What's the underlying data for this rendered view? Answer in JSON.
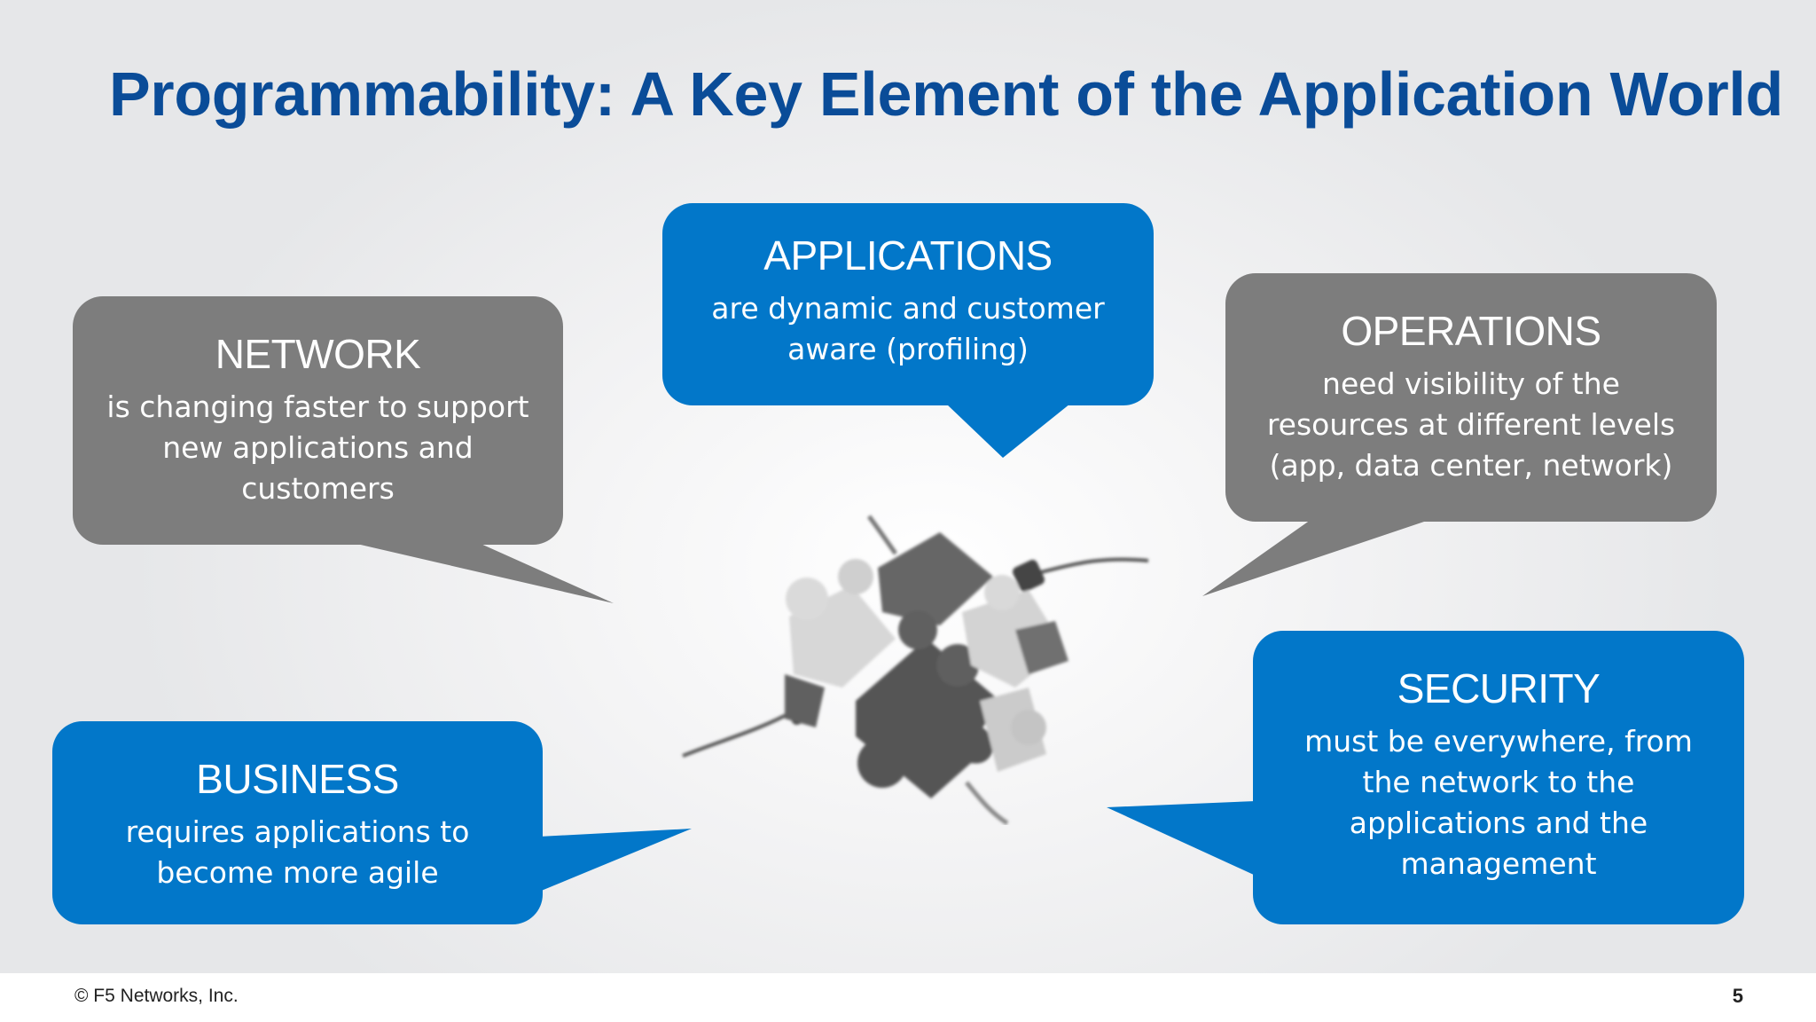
{
  "slide": {
    "title": "Programmability: A Key Element of the Application World"
  },
  "colors": {
    "title": "#0a4c98",
    "blue_bubble": "#0277c9",
    "gray_bubble": "#7d7d7d"
  },
  "bubbles": {
    "network": {
      "heading": "NETWORK",
      "lines": [
        "is changing faster to support",
        "new applications and",
        "customers"
      ]
    },
    "applications": {
      "heading": "APPLICATIONS",
      "lines": [
        "are dynamic and customer",
        "aware (profiling)"
      ]
    },
    "operations": {
      "heading": "OPERATIONS",
      "lines": [
        "need visibility of the",
        "resources at different levels",
        "(app, data center, network)"
      ]
    },
    "business": {
      "heading": "BUSINESS",
      "lines": [
        "requires applications to",
        "become more agile"
      ]
    },
    "security": {
      "heading": "SECURITY",
      "lines": [
        "must be everywhere, from",
        "the network to the",
        "applications and the",
        "management"
      ]
    }
  },
  "center_image": {
    "icon": "puzzle-pieces-icon"
  },
  "footer": {
    "copyright": "© F5 Networks, Inc.",
    "page_number": "5"
  }
}
